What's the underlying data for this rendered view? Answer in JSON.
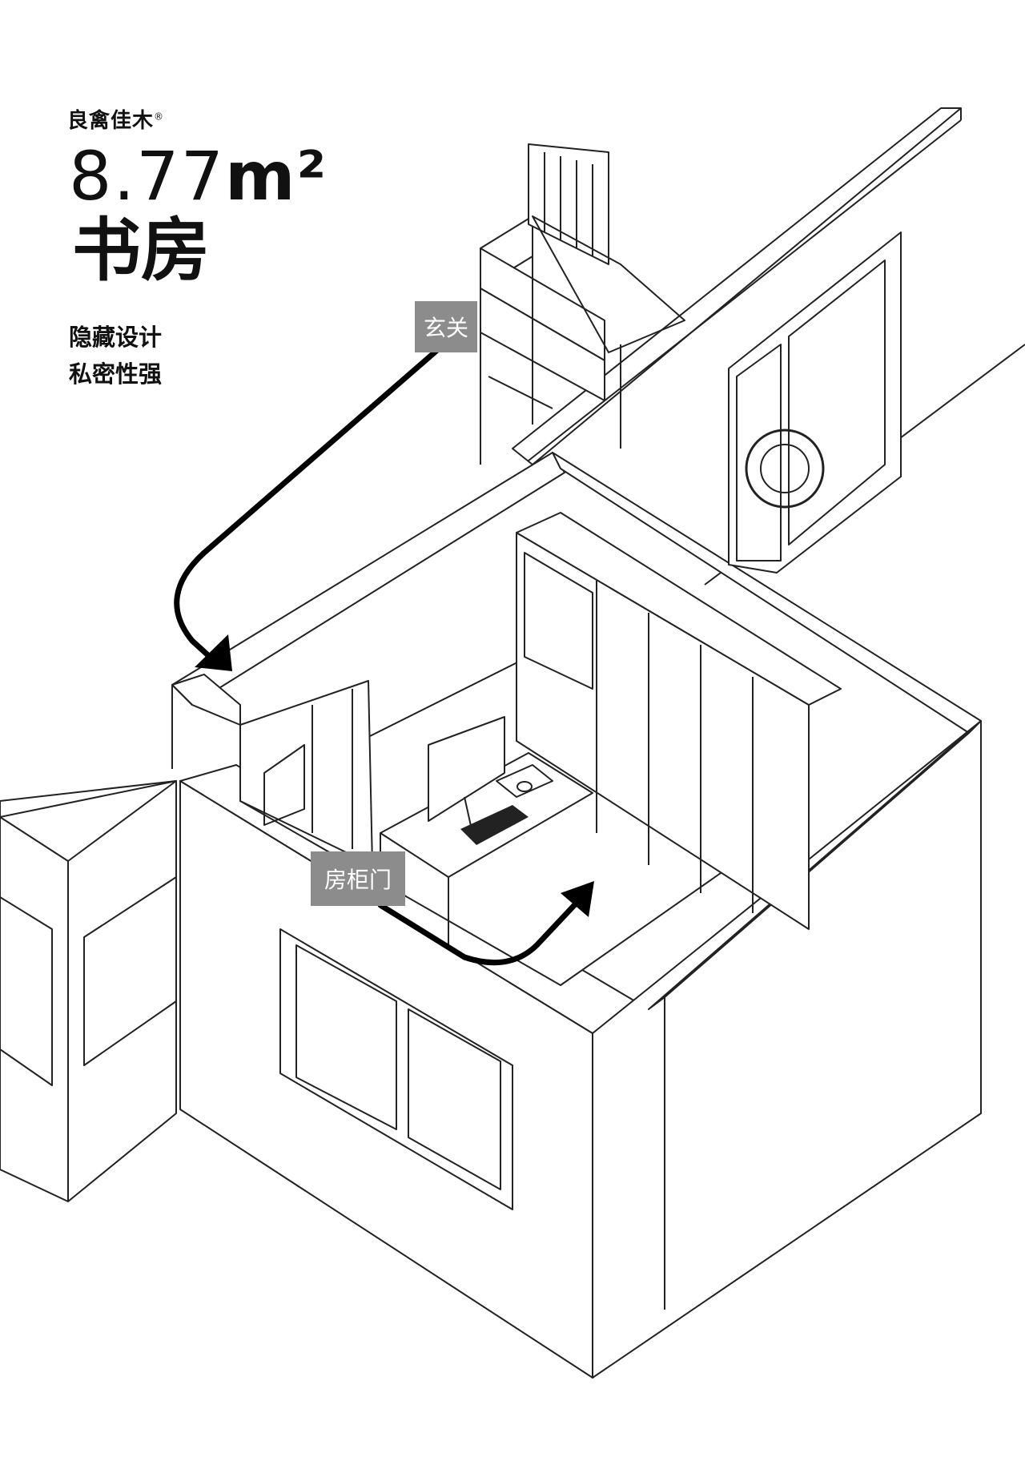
{
  "brand": {
    "name": "良禽佳木",
    "mark": "®"
  },
  "area": {
    "value": "8.77",
    "unit": "m²"
  },
  "room": {
    "name": "书房"
  },
  "features": [
    "隐藏设计",
    "私密性强"
  ],
  "labels": {
    "entrance": "玄关",
    "cabinet_door": "房柜门"
  },
  "colors": {
    "line": "#222222",
    "label_bg": "#8c8c8c",
    "label_text": "#ffffff",
    "arrow": "#000000"
  }
}
